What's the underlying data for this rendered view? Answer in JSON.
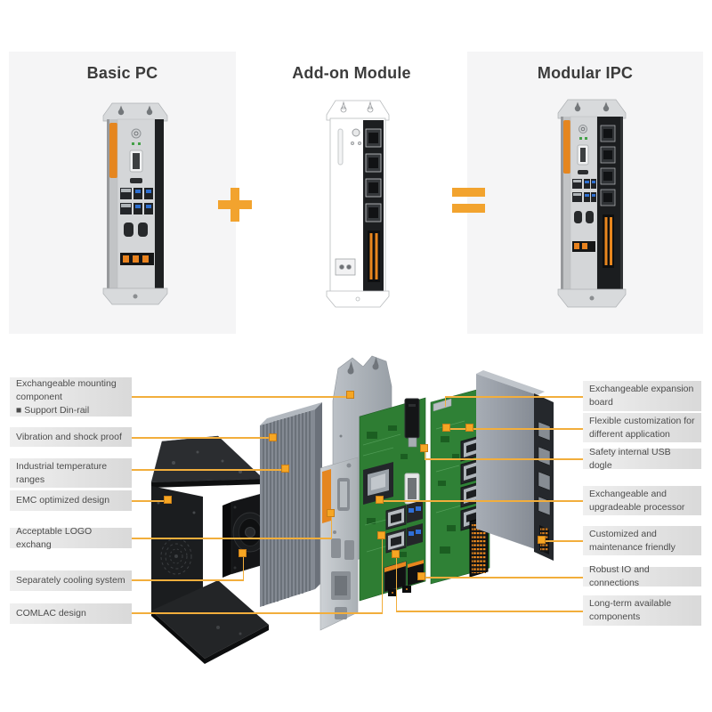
{
  "header": {
    "panels": [
      {
        "title": "Basic PC"
      },
      {
        "title": "Add-on Module"
      },
      {
        "title": "Modular IPC"
      }
    ],
    "operators": {
      "plus": "+",
      "equals": "="
    }
  },
  "callouts": {
    "left": [
      {
        "text": "Exchangeable mounting component",
        "sub": "■ Support Din-rail"
      },
      {
        "text": "Vibration and shock proof"
      },
      {
        "text": "Industrial temperature ranges"
      },
      {
        "text": "EMC optimized design"
      },
      {
        "text": "Acceptable LOGO exchang"
      },
      {
        "text": "Separately cooling system"
      },
      {
        "text": "COMLAC design"
      }
    ],
    "right": [
      {
        "text": "Exchangeable expansion board"
      },
      {
        "text": "Flexible customization for different application"
      },
      {
        "text": "Safety internal USB dogle"
      },
      {
        "text": "Exchangeable and upgradeable processor"
      },
      {
        "text": "Customized and maintenance friendly"
      },
      {
        "text": "Robust IO and connections"
      },
      {
        "text": "Long-term available components"
      }
    ]
  },
  "colors": {
    "accent_orange": "#F2A32E",
    "connector_line_orange": "#F2AE3C",
    "marker_orange": "#F6A623",
    "panel_gray": "#F5F5F6",
    "callout_gray": "#E3E3E3",
    "title_text": "#3B3B3B",
    "callout_text": "#4C4C4C",
    "pcb_green": "#2F8136",
    "device_stripe_orange": "#E5861F"
  }
}
